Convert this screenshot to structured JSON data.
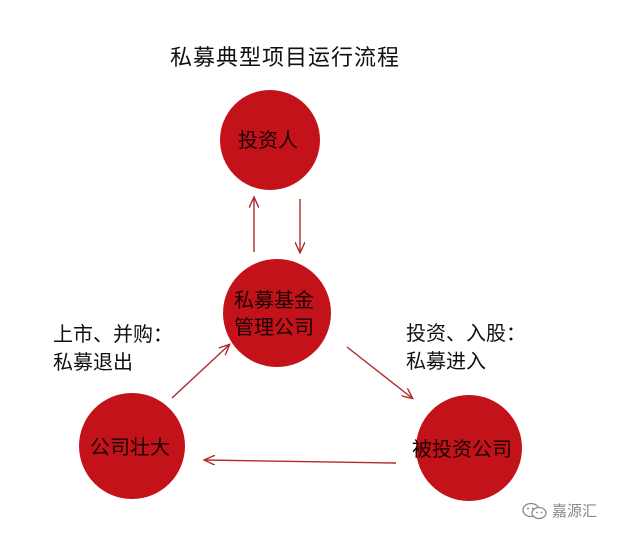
{
  "title": "私募典型项目运行流程",
  "nodes": {
    "investor": "投资人",
    "fund_manager_line1": "私募基金",
    "fund_manager_line2": "管理公司",
    "invested_company": "被投资公司",
    "company_grows": "公司壮大"
  },
  "edge_labels": {
    "entry_line1": "投资、入股：",
    "entry_line2": "私募进入",
    "exit_line1": "上市、并购：",
    "exit_line2": "私募退出"
  },
  "watermark": {
    "text": "嘉源汇",
    "icon": "wechat-icon"
  },
  "colors": {
    "node_fill": "#c4121b",
    "arrow": "#b22a2a"
  }
}
